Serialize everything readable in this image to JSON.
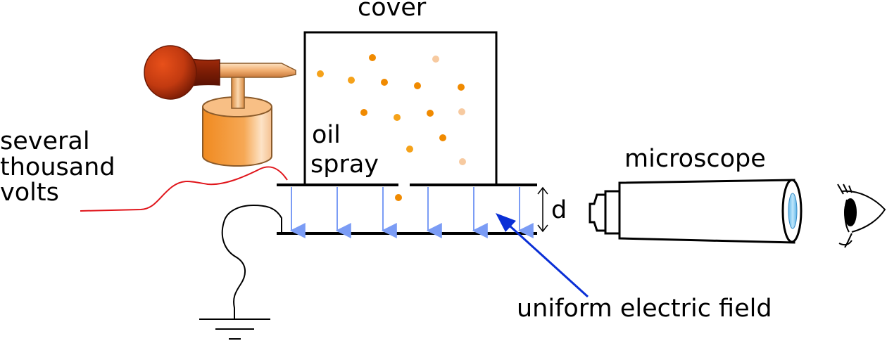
{
  "labels": {
    "cover": "cover",
    "oil": "oil",
    "spray": "spray",
    "volts_line1": "several",
    "volts_line2": "thousand",
    "volts_line3": "volts",
    "microscope": "microscope",
    "gap": "d",
    "field": "uniform electric field"
  },
  "colors": {
    "outline": "#000000",
    "wire_hot": "#e0141a",
    "field_arrows": "#7b9cf5",
    "pointer_arrow": "#0a2fd6",
    "droplet_dark": "#f08a00",
    "droplet_mid": "#f5a21a",
    "droplet_pale": "#f7caa0",
    "bulb": "#c23a10",
    "nozzle": "#f0b070",
    "reservoir": "#f59a3a",
    "lens": "#8fd0f5"
  },
  "icons": {
    "atomizer": "rubber-bulb-atomizer-icon",
    "eye": "eye-icon",
    "ground": "ground-symbol-icon"
  }
}
